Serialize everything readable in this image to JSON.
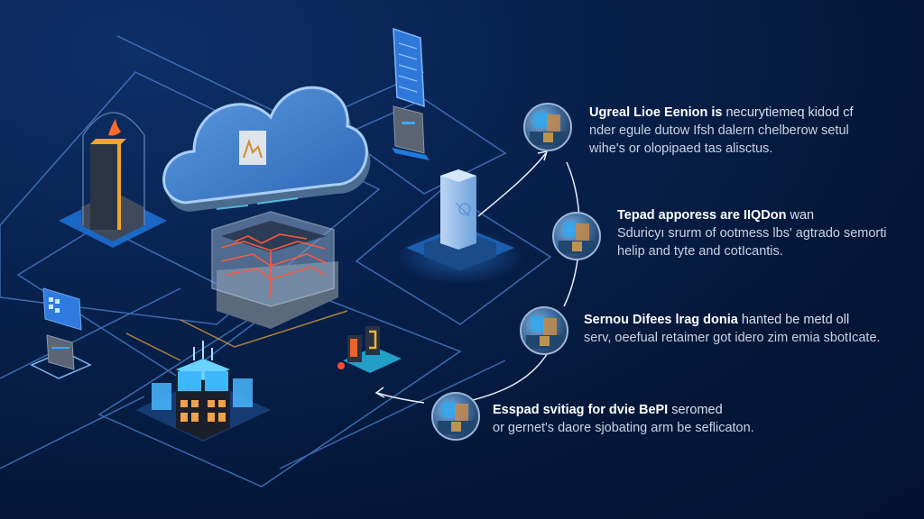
{
  "colors": {
    "background_top": "#0d3068",
    "background_bottom": "#031230",
    "platform_line": "#6f9fe0",
    "cloud_fill": "#3f7fd0",
    "cloud_edge": "#a9cdf5",
    "accent_orange": "#f5a623",
    "accent_red": "#ff4a3a",
    "accent_cyan": "#35c6ff",
    "text_primary": "#ffffff",
    "text_secondary": "#cdd6e6"
  },
  "illustration": {
    "components": [
      {
        "id": "secure-tower",
        "label": "Tower in glass dome",
        "icon": "tower-icon"
      },
      {
        "id": "cloud",
        "label": "Cloud",
        "icon": "cloud-icon"
      },
      {
        "id": "circuit-cube",
        "label": "Circuit cube",
        "icon": "chip-icon"
      },
      {
        "id": "display-kiosk",
        "label": "Display kiosk",
        "icon": "monitor-icon"
      },
      {
        "id": "server-pillar",
        "label": "Server pillar",
        "icon": "server-icon"
      },
      {
        "id": "city-hub",
        "label": "City hub",
        "icon": "building-icon"
      },
      {
        "id": "qr-card",
        "label": "QR card",
        "icon": "qr-code-icon"
      },
      {
        "id": "terminal",
        "label": "Terminal",
        "icon": "terminal-icon"
      },
      {
        "id": "mini-buildings",
        "label": "Small buildings",
        "icon": "building-icon"
      }
    ]
  },
  "callouts": [
    {
      "lead": "Ugreal Lioe Eenion is",
      "rest": " necurytiemeq kidod cf",
      "line2": "nder egule dutow Ifsh dalern chelberow setul",
      "line3": "wihe's or olopipaed tas alisctus."
    },
    {
      "lead": "Tepad apporess are IIQDon",
      "rest": " wan",
      "line2": "Sduricyı srurm of ootmess lbs' agtrado semorti",
      "line3": "helip and tyte and cotIcantis."
    },
    {
      "lead": "Sernou Difees lrag donia",
      "rest": " hanted be metd oll",
      "line2": "serv, oeefual retaimer got idero zim emia sbotIcate."
    },
    {
      "lead": "Esspad svitiag for dvie BePI",
      "rest": " seromed",
      "line2": "or gernet's daore sjobating arm be seflicaton."
    }
  ]
}
